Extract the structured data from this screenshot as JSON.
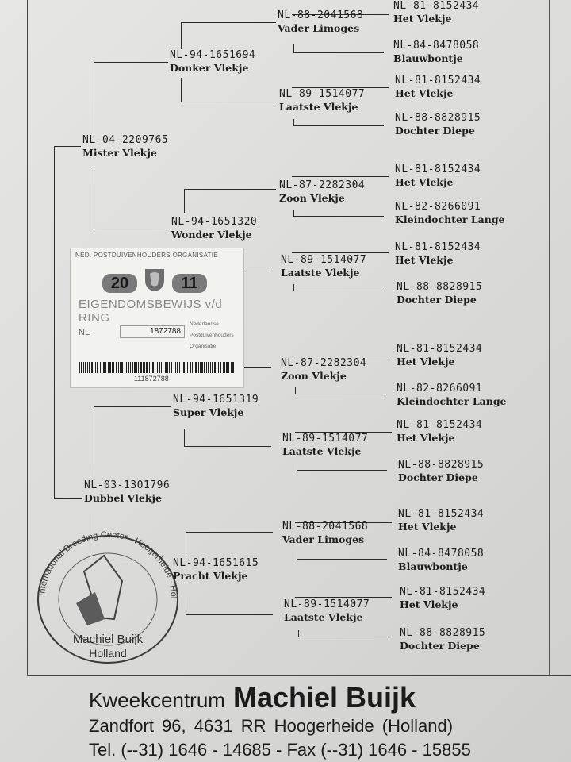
{
  "pedigree": {
    "subject_sire": {
      "ring": "NL-04-2209765",
      "name": "Mister Vlekje"
    },
    "subject_dam": {
      "ring": "NL-03-1301796",
      "name": "Dubbel Vlekje"
    },
    "gen2": [
      {
        "ring": "NL-94-1651694",
        "name": "Donker Vlekje"
      },
      {
        "ring": "NL-94-1651320",
        "name": "Wonder Vlekje"
      },
      {
        "ring": "NL-94-1651319",
        "name": "Super Vlekje"
      },
      {
        "ring": "NL-94-1651615",
        "name": "Pracht Vlekje"
      }
    ],
    "gen3": [
      {
        "ring": "NL-88-2041568",
        "name": "Vader Limoges"
      },
      {
        "ring": "NL-89-1514077",
        "name": "Laatste Vlekje"
      },
      {
        "ring": "NL-87-2282304",
        "name": "Zoon Vlekje"
      },
      {
        "ring": "NL-89-1514077",
        "name": "Laatste Vlekje"
      },
      {
        "ring": "NL-87-2282304",
        "name": "Zoon Vlekje"
      },
      {
        "ring": "NL-89-1514077",
        "name": "Laatste Vlekje"
      },
      {
        "ring": "NL-88-2041568",
        "name": "Vader Limoges"
      },
      {
        "ring": "NL-89-1514077",
        "name": "Laatste Vlekje"
      }
    ],
    "gen4": [
      {
        "ring": "NL-81-8152434",
        "name": "Het Vlekje"
      },
      {
        "ring": "NL-84-8478058",
        "name": "Blauwbontje"
      },
      {
        "ring": "NL-81-8152434",
        "name": "Het Vlekje"
      },
      {
        "ring": "NL-88-8828915",
        "name": "Dochter Diepe"
      },
      {
        "ring": "NL-81-8152434",
        "name": "Het Vlekje"
      },
      {
        "ring": "NL-82-8266091",
        "name": "Kleindochter Lange"
      },
      {
        "ring": "NL-81-8152434",
        "name": "Het Vlekje"
      },
      {
        "ring": "NL-88-8828915",
        "name": "Dochter Diepe"
      },
      {
        "ring": "NL-81-8152434",
        "name": "Het Vlekje"
      },
      {
        "ring": "NL-82-8266091",
        "name": "Kleindochter Lange"
      },
      {
        "ring": "NL-81-8152434",
        "name": "Het Vlekje"
      },
      {
        "ring": "NL-88-8828915",
        "name": "Dochter Diepe"
      },
      {
        "ring": "NL-81-8152434",
        "name": "Het Vlekje"
      },
      {
        "ring": "NL-84-8478058",
        "name": "Blauwbontje"
      },
      {
        "ring": "NL-81-8152434",
        "name": "Het Vlekje"
      },
      {
        "ring": "NL-88-8828915",
        "name": "Dochter Diepe"
      }
    ]
  },
  "card": {
    "org": "NED. POSTDUIVENHOUDERS ORGANISATIE",
    "year_left": "20",
    "year_right": "11",
    "title": "EIGENDOMSBEWIJS v/d RING",
    "country": "NL",
    "ring_number": "1872788",
    "barcode_number": "111872788",
    "side_labels": [
      "Nederlandse",
      "Postduivenhouders",
      "Organisatie"
    ]
  },
  "stamp": {
    "top_text": "International Breeding Center - Hoogerheide - Holland",
    "name": "Machiel Buijk",
    "country": "Holland"
  },
  "footer": {
    "prefix": "Kweekcentrum",
    "name": "Machiel Buijk",
    "address": "Zandfort 96,   4631 RR  Hoogerheide (Holland)",
    "phone": "Tel. (--31) 1646 - 14685 - Fax (--31) 1646 - 15855"
  }
}
